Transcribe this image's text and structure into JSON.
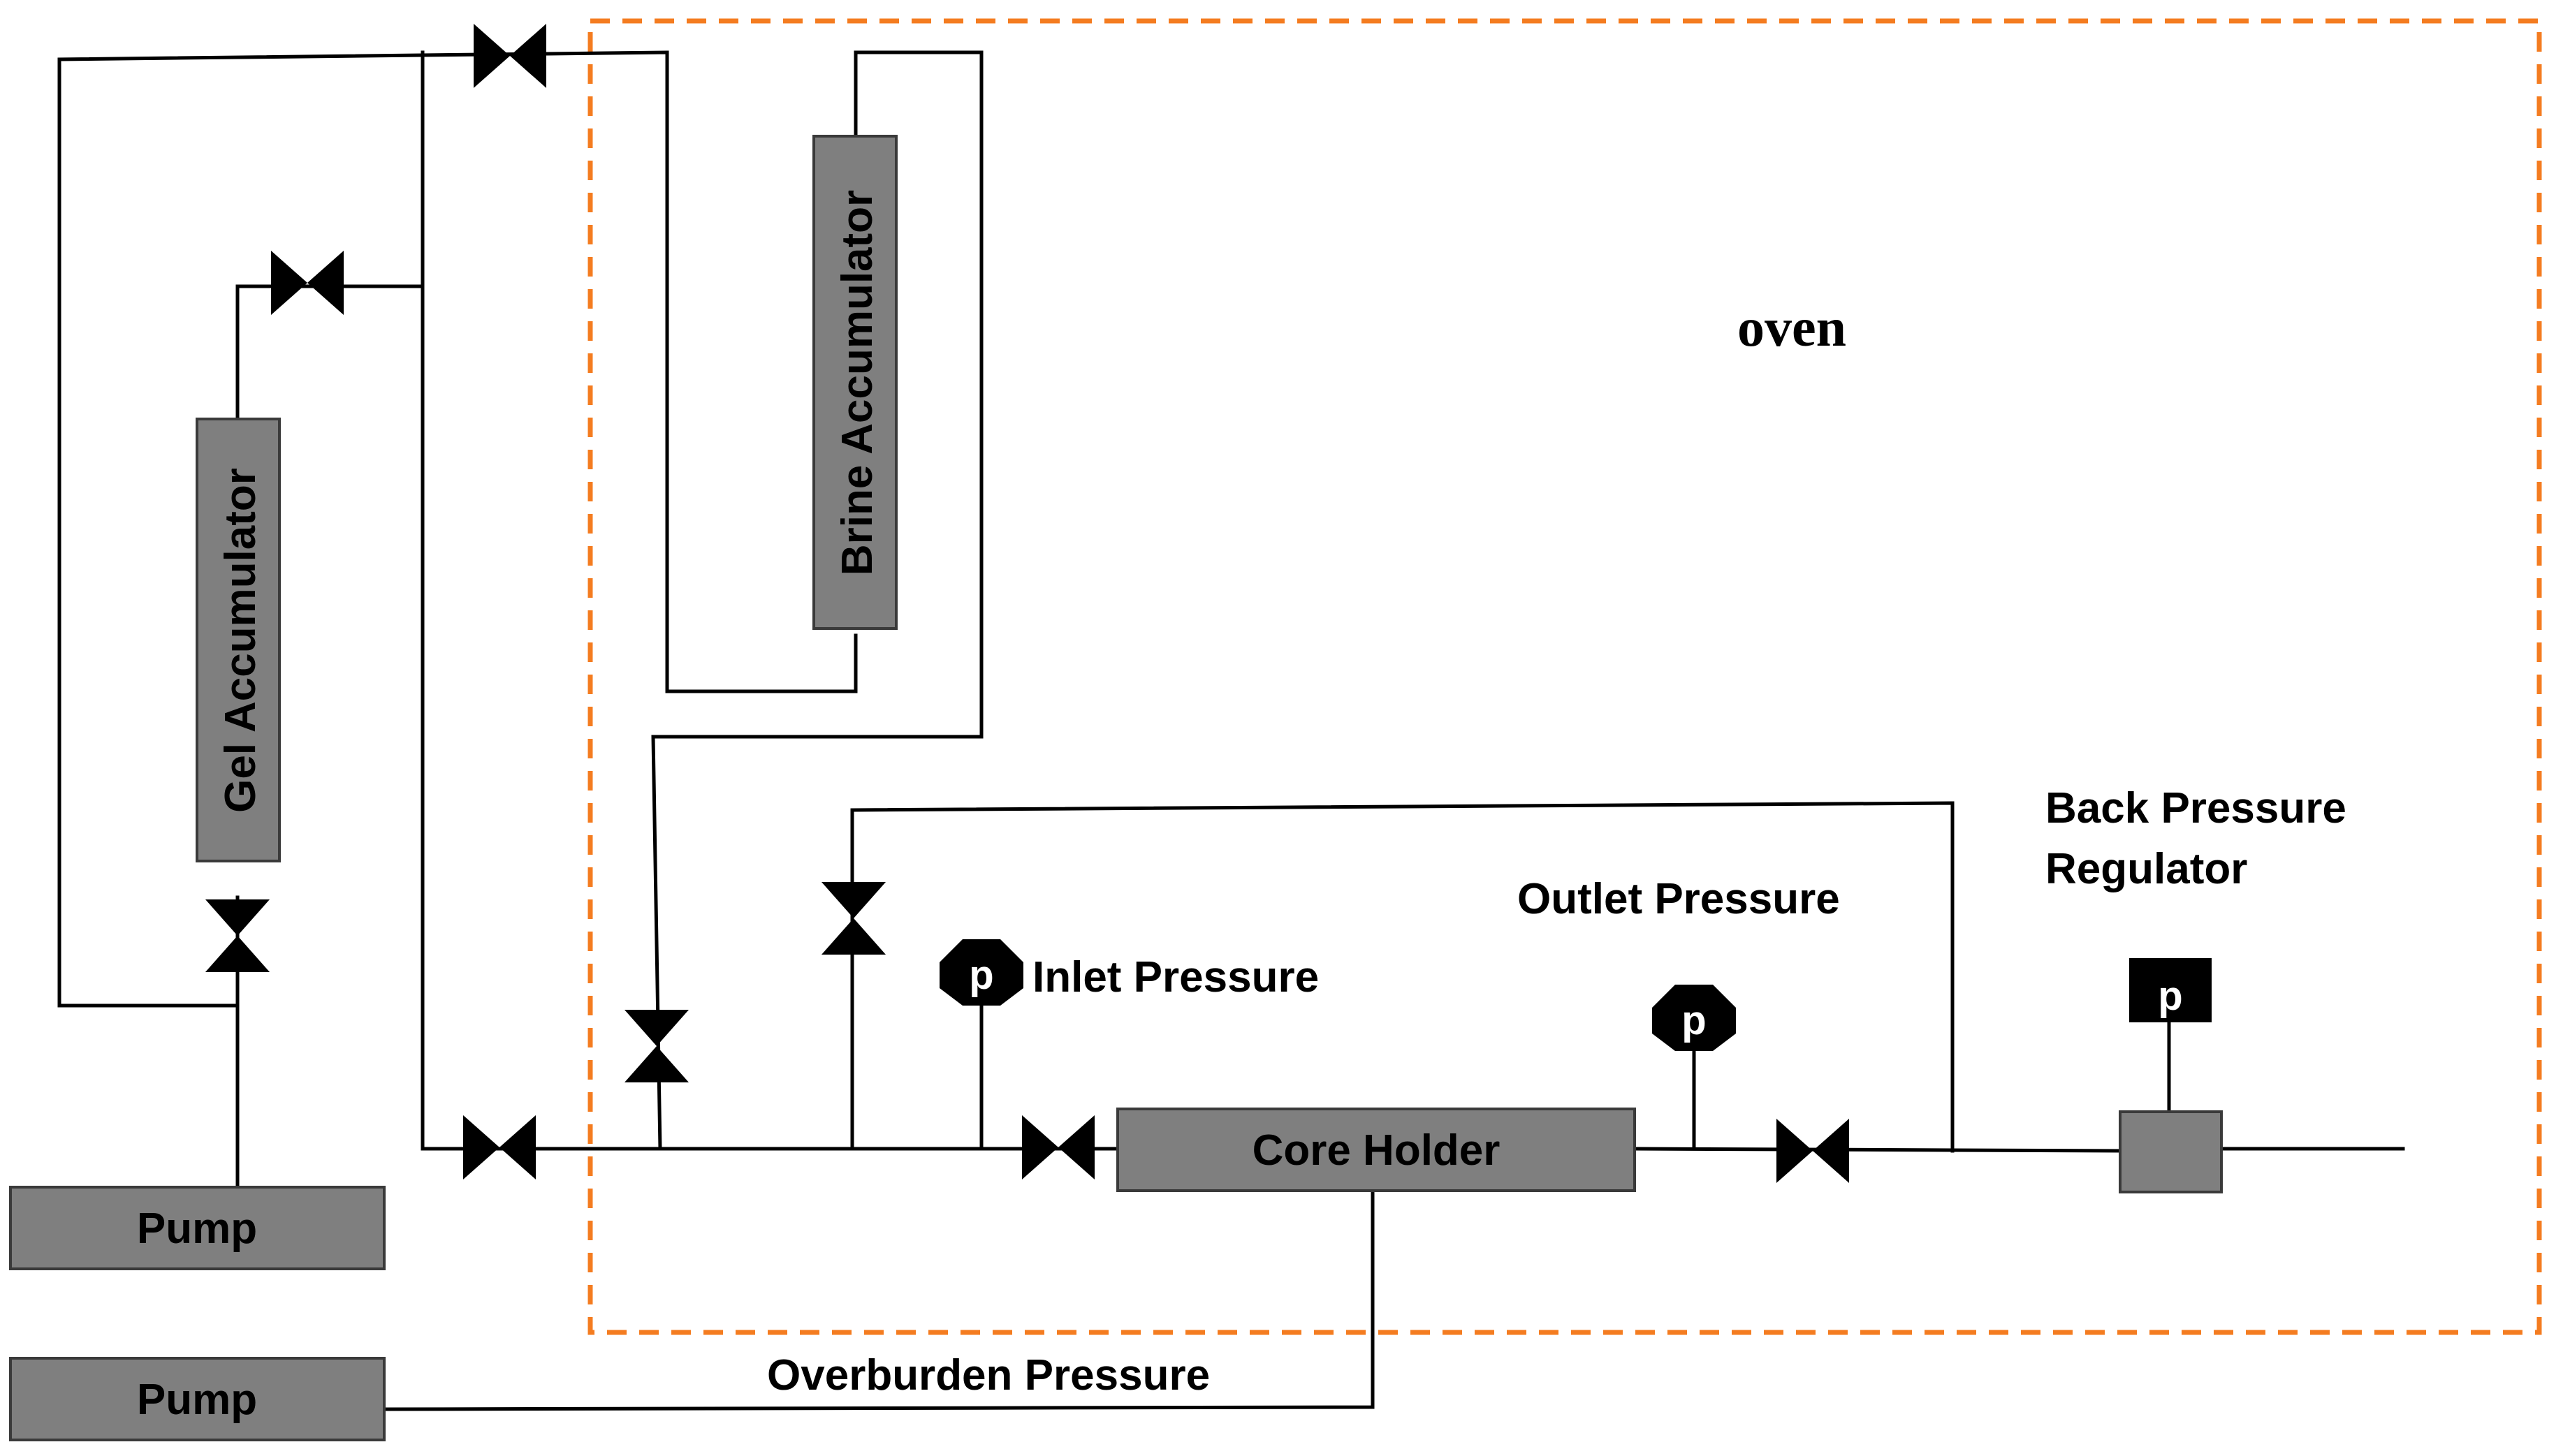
{
  "oven": {
    "label": "oven",
    "border_color": "#f47c20"
  },
  "components": {
    "gel_accumulator": "Gel Accumulator",
    "brine_accumulator": "Brine  Accumulator",
    "core_holder": "Core Holder",
    "pump_top": "Pump",
    "pump_bottom": "Pump"
  },
  "labels": {
    "inlet_pressure": "Inlet Pressure",
    "outlet_pressure": "Outlet Pressure",
    "back_pressure_line1": "Back Pressure",
    "back_pressure_line2": "Regulator",
    "overburden_pressure": "Overburden Pressure"
  },
  "gauges": {
    "inlet": "p",
    "outlet": "p",
    "back_pressure": "p"
  },
  "colors": {
    "component_fill": "#7f7f7f",
    "pipe": "#000000"
  }
}
